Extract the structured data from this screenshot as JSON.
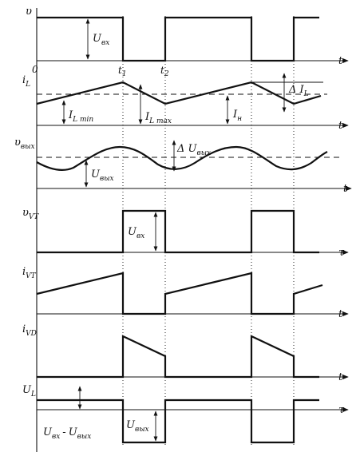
{
  "diagram": {
    "panels": [
      {
        "id": "v",
        "label": "υ",
        "label_sub": "",
        "axis": "t"
      },
      {
        "id": "iL",
        "label": "i",
        "label_sub": "L",
        "axis": "t"
      },
      {
        "id": "vout",
        "label": "υ",
        "label_sub": "вых",
        "axis": "t"
      },
      {
        "id": "uvt",
        "label": "υ",
        "label_sub": "VT",
        "axis": "τ"
      },
      {
        "id": "ivt",
        "label": "i",
        "label_sub": "VT",
        "axis": "t"
      },
      {
        "id": "ivd",
        "label": "i",
        "label_sub": "VD",
        "axis": "t"
      },
      {
        "id": "uL",
        "label": "U",
        "label_sub": "L",
        "axis": "τ"
      }
    ],
    "ticks": {
      "origin": "0",
      "t1_main": "t",
      "t1_sub": "1",
      "t2_main": "t",
      "t2_sub": "2"
    },
    "annotations": {
      "u_in": {
        "main": "U",
        "sub": "вх"
      },
      "il_min": {
        "main": "I",
        "sub": "L min"
      },
      "il_max": {
        "main": "I",
        "sub": "L max"
      },
      "i_load": {
        "main": "I",
        "sub": "н"
      },
      "delta_il": {
        "main": "Δ I",
        "sub": "L"
      },
      "delta_u": {
        "main": "Δ U",
        "sub": "вых"
      },
      "u_out": {
        "main": "U",
        "sub": "вых"
      },
      "u_in_vt": {
        "main": "U",
        "sub": "вх"
      },
      "diff_a": {
        "main": "U",
        "sub": "вх"
      },
      "diff_sep": "-",
      "diff_b": {
        "main": "U",
        "sub": "вых"
      },
      "u_out_l": {
        "main": "U",
        "sub": "вых"
      }
    }
  }
}
